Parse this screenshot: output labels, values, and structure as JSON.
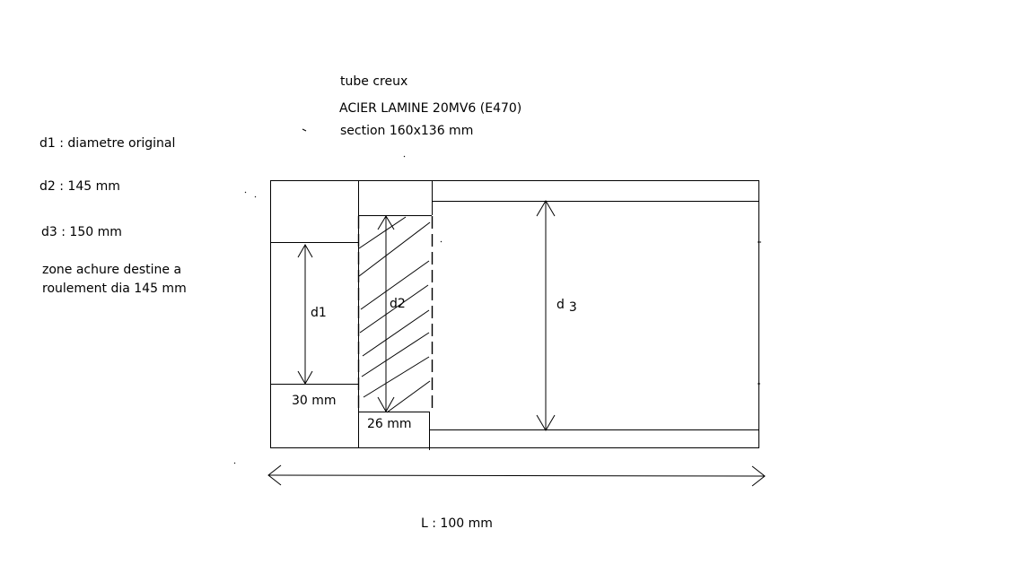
{
  "header": {
    "line1": "tube creux",
    "line2": "ACIER LAMINE 20MV6 (E470)",
    "line3": "section 160x136 mm"
  },
  "legend": {
    "d1": "d1 : diametre original",
    "d2": "d2 : 145 mm",
    "d3": "d3 : 150 mm",
    "zone_line1": "zone achure destine a",
    "zone_line2": "roulement dia 145 mm"
  },
  "drawing": {
    "label_d1": "d1",
    "label_d2": "d2",
    "label_d3_main": "d",
    "label_d3_sub": "3",
    "dim_30": "30 mm",
    "dim_26": "26 mm",
    "length": "L : 100 mm"
  }
}
